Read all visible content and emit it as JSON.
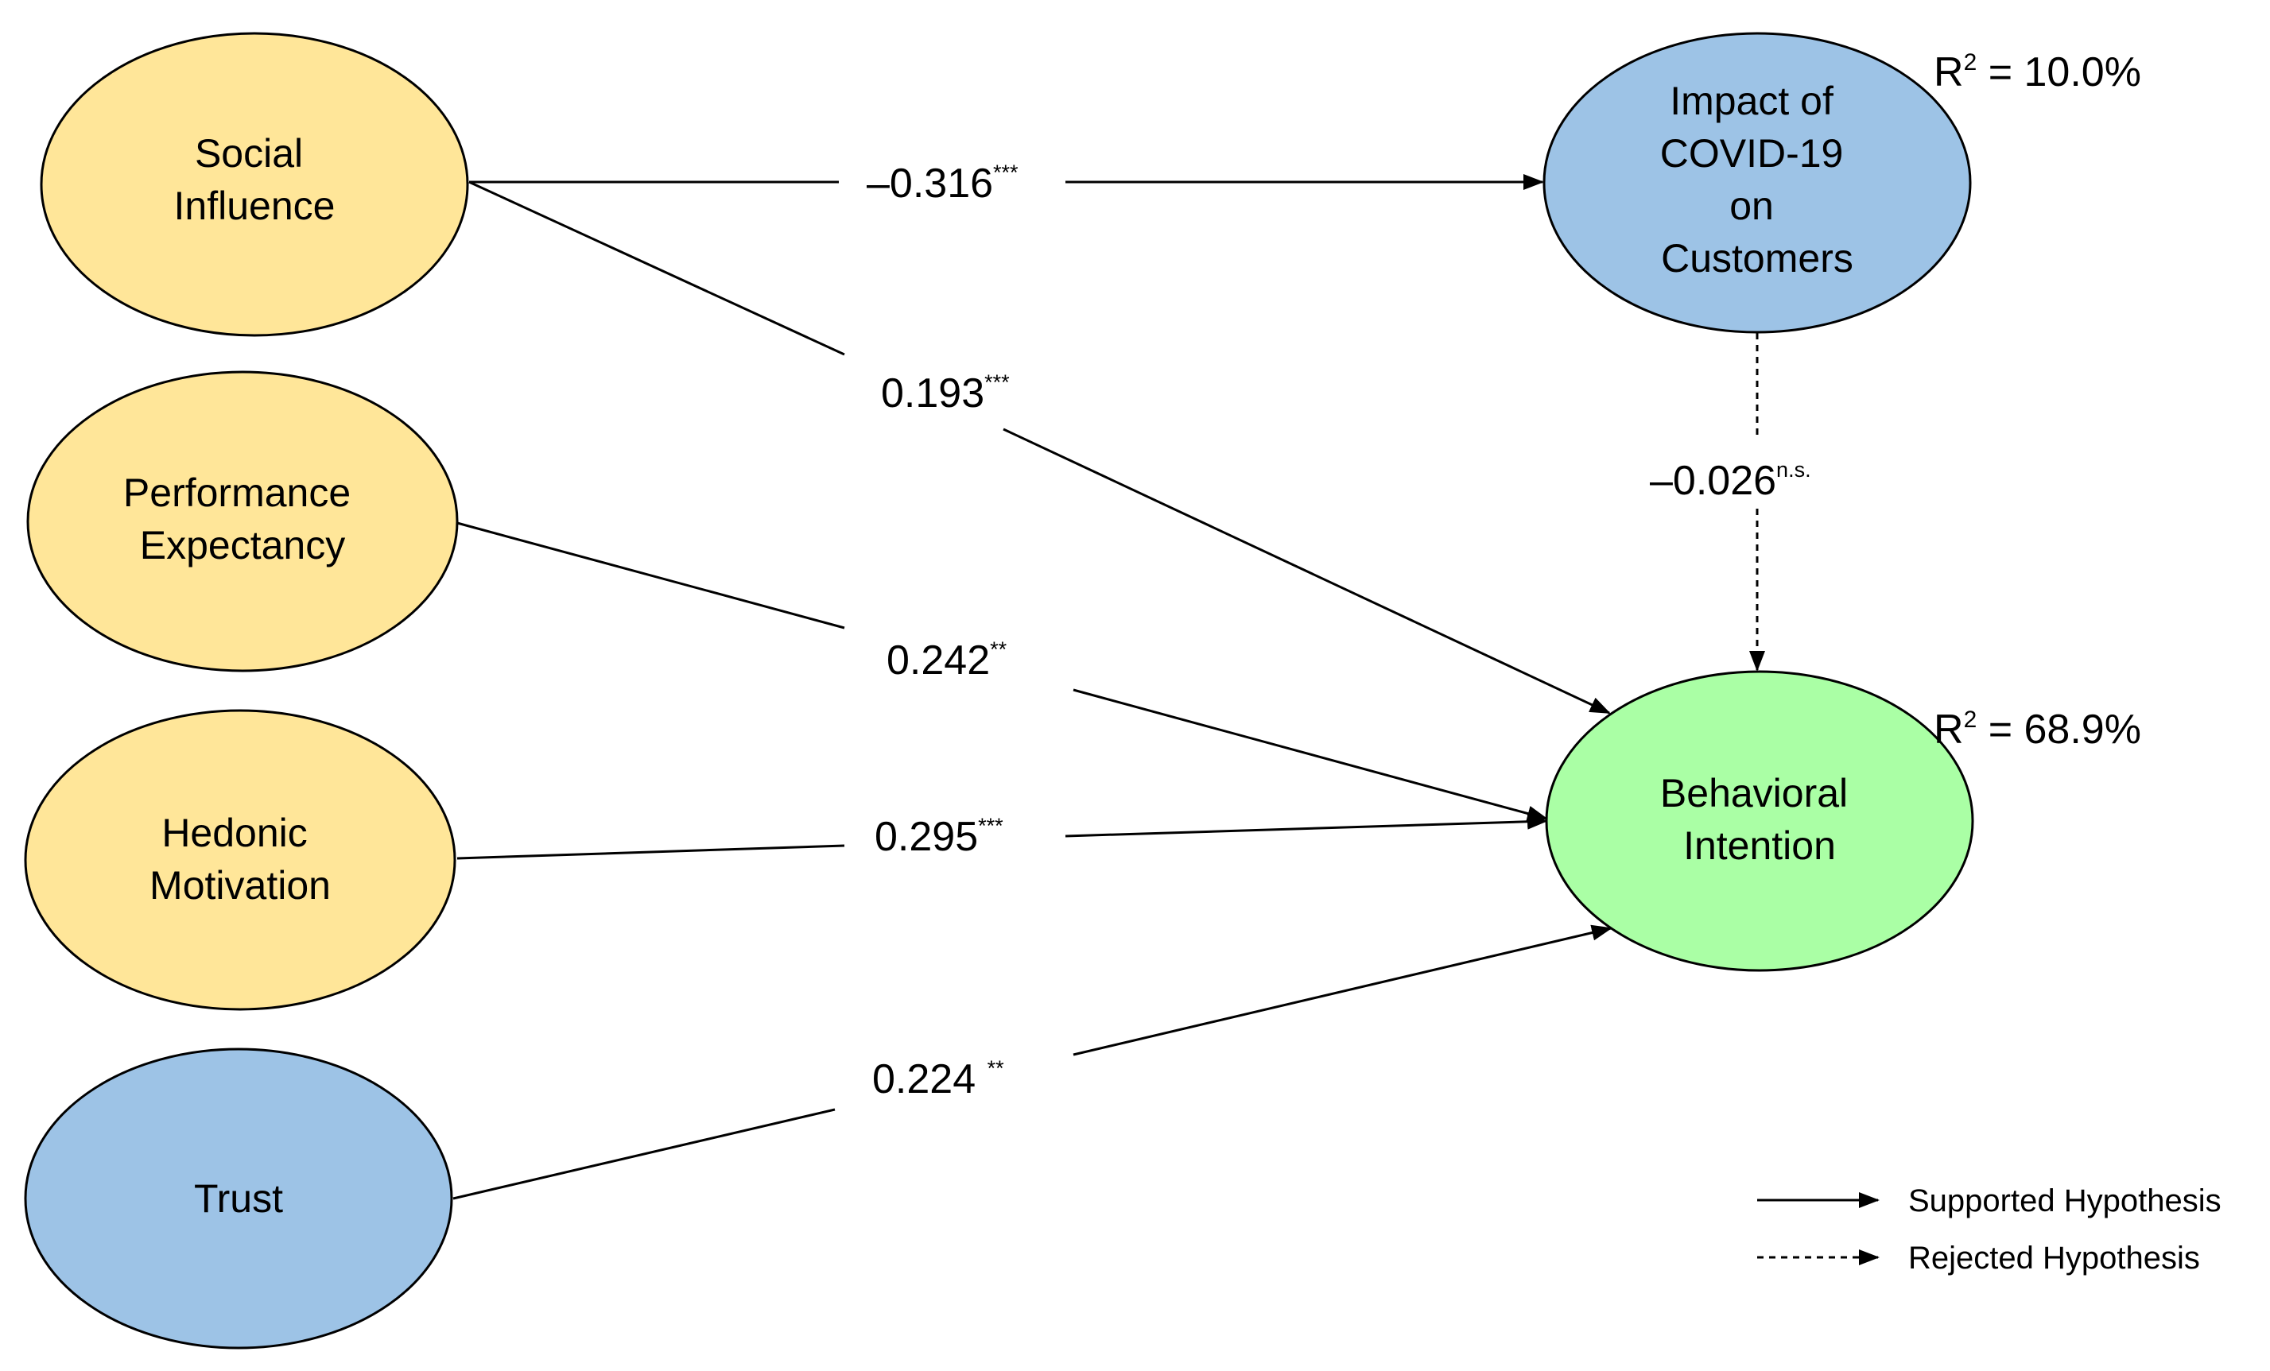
{
  "colors": {
    "exogenous_fill": "#FFE699",
    "trust_fill": "#9DC3E6",
    "impact_fill": "#9DC3E6",
    "outcome_fill": "#AAFFA5",
    "stroke": "#000000"
  },
  "nodes": {
    "social_influence": [
      "Social",
      "Influence"
    ],
    "performance_expectancy": [
      "Performance",
      "Expectancy"
    ],
    "hedonic_motivation": [
      "Hedonic",
      "Motivation"
    ],
    "trust": [
      "Trust"
    ],
    "impact_covid": [
      "Impact of",
      "COVID-19",
      "on",
      "Customers"
    ],
    "behavioral_intention": [
      "Behavioral",
      "Intention"
    ]
  },
  "paths": {
    "si_to_impact": {
      "value": "‒0.316",
      "sig": "***"
    },
    "si_to_bi": {
      "value": "0.193",
      "sig": "***"
    },
    "pe_to_bi": {
      "value": "0.242",
      "sig": "**"
    },
    "hm_to_bi": {
      "value": "0.295",
      "sig": "***"
    },
    "trust_to_bi": {
      "value": "0.224 ",
      "sig": "**"
    },
    "impact_to_bi": {
      "value": "‒0.026",
      "sig": "n.s."
    }
  },
  "r2": {
    "impact": {
      "prefix": "R",
      "sup": "2",
      "suffix": " = 10.0%"
    },
    "behavioral": {
      "prefix": "R",
      "sup": "2",
      "suffix": " = 68.9%"
    }
  },
  "legend": {
    "supported": "Supported Hypothesis",
    "rejected": "Rejected Hypothesis"
  }
}
